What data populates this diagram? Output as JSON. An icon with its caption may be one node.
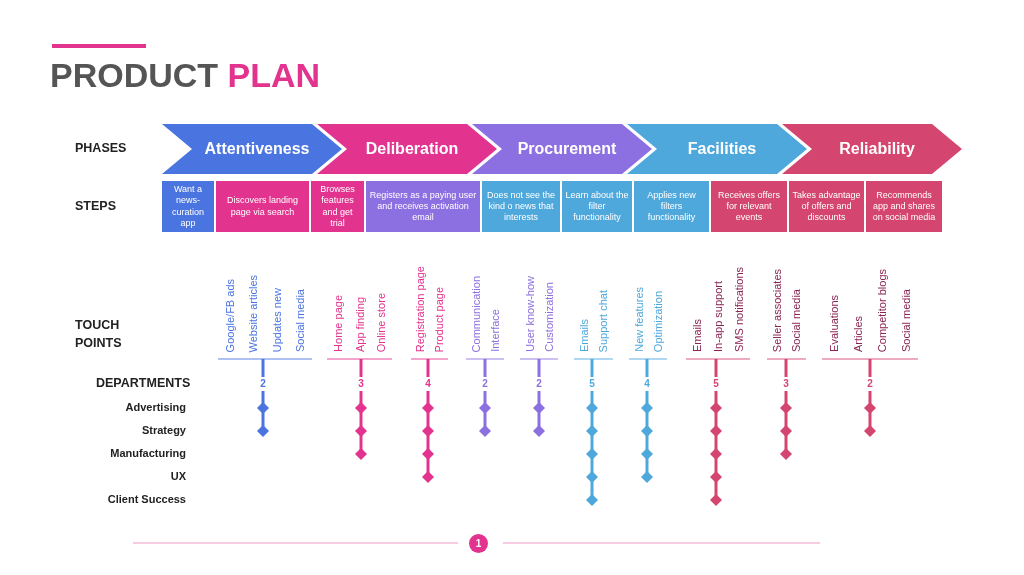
{
  "diagram": {
    "title": "PRODUCT PLAN",
    "nodes": [
      {
        "text": [
          "Attentiveness"
        ]
      },
      {
        "text": [
          "Deliberation"
        ]
      },
      {
        "text": [
          "Procurement"
        ]
      },
      {
        "text": [
          "Facilities"
        ]
      },
      {
        "text": [
          "Reliability"
        ]
      },
      {
        "text": [
          "Want a news-curation app"
        ]
      },
      {
        "text": [
          "Discovers landing page via search"
        ]
      },
      {
        "text": [
          "Browses features and get trial"
        ]
      },
      {
        "text": [
          "Registers as a paying user and receives activation email"
        ]
      },
      {
        "text": [
          "Does not see the kind o news that interests"
        ]
      },
      {
        "text": [
          "Learn about the filter functionality"
        ]
      },
      {
        "text": [
          "Applies new filters functionality"
        ]
      },
      {
        "text": [
          "Receives offers for relevant events"
        ]
      },
      {
        "text": [
          "Takes advantage of offers and discounts"
        ]
      },
      {
        "text": [
          "Recommends app and shares on social media"
        ]
      },
      {
        "text": [
          "1"
        ]
      }
    ],
    "labels": [
      "PHASES",
      "STEPS",
      "TOUCH POINTS",
      "Google/FB ads",
      "Website articles",
      "Updates new",
      "Social media",
      "Home page",
      "App finding",
      "Online store",
      "Registration page",
      "Product page",
      "Communication",
      "Interface",
      "User know-how",
      "Customization",
      "Emails",
      "Support chat",
      "New features",
      "Optimization",
      "Emails",
      "In-app support",
      "SMS notifications",
      "Seller associates",
      "Social media",
      "Evaluations",
      "Articles",
      "Competitor blogs",
      "Social media",
      "DEPARTMENTS",
      "2",
      "3",
      "4",
      "2",
      "2",
      "5",
      "4",
      "5",
      "3",
      "2",
      "Advertising",
      "Strategy",
      "Manufacturing",
      "UX",
      "Client Success"
    ]
  }
}
